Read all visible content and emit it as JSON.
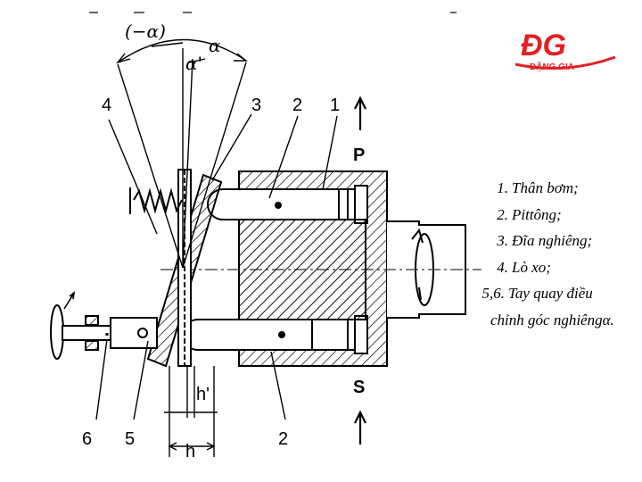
{
  "labels": {
    "neg_alpha": "(−α)",
    "alpha": "α",
    "alpha_prime": "α'",
    "n1": "1",
    "n2_top": "2",
    "n2_bottom": "2",
    "n3": "3",
    "n4": "4",
    "n5": "5",
    "n6": "6",
    "P": "P",
    "S": "S",
    "h": "h",
    "h_prime": "h'"
  },
  "legend": {
    "items": [
      {
        "num": "1.",
        "text": "Thân bơm;"
      },
      {
        "num": "2.",
        "text": "Pittông;"
      },
      {
        "num": "3.",
        "text": "Đĩa nghiêng;"
      },
      {
        "num": "4.",
        "text": "Lò xo;"
      },
      {
        "num": "5,6.",
        "text": "Tay quay điều"
      }
    ],
    "continuation": "chỉnh góc nghiêngα."
  },
  "logo": {
    "mark": "ĐG",
    "name": "ĐẶNG GIA",
    "color": "#e31e24"
  }
}
